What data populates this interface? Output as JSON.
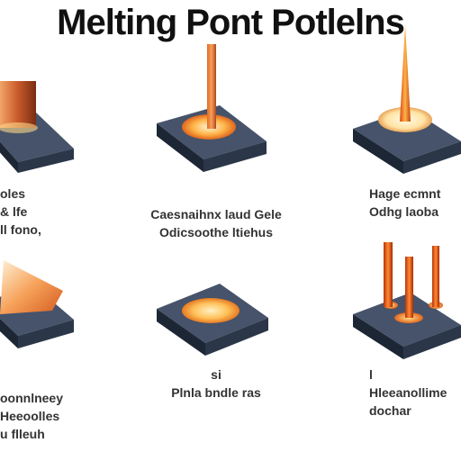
{
  "title": "Melting Pont Potlelns",
  "colors": {
    "plate_top": "#3f4b5c",
    "plate_side": "#1f2a38",
    "copper": "#c85a2a",
    "flame_orange": "#f07a22",
    "glow": "#ffd88a"
  },
  "items": [
    {
      "icon": "copper-block-on-plate-icon",
      "caption": [
        "oles",
        "& lfe",
        "ll fono,"
      ]
    },
    {
      "icon": "rod-on-glowing-plate-icon",
      "caption": [
        "Caesnaihnx laud Gele",
        "Odicsoothe ltiehus"
      ]
    },
    {
      "icon": "flame-spike-on-plate-icon",
      "caption": [
        "Hage ecmnt",
        "Odhg laoba"
      ]
    },
    {
      "icon": "wedge-on-plate-icon",
      "caption": [
        "oonnlneey",
        "Heeoolles",
        "u flleuh"
      ]
    },
    {
      "icon": "molten-pool-plate-icon",
      "caption": [
        "si",
        "Plnla bndle ras"
      ]
    },
    {
      "icon": "triple-spike-plate-icon",
      "caption": [
        "l",
        "Hleeanollime",
        "dochar"
      ]
    }
  ]
}
